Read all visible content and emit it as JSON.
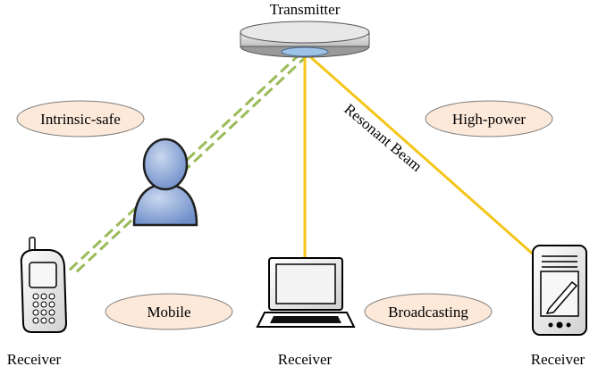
{
  "transmitter": {
    "label": "Transmitter"
  },
  "beam": {
    "label": "Resonant Beam"
  },
  "features": {
    "intrinsic_safe": "Intrinsic-safe",
    "high_power": "High-power",
    "mobile": "Mobile",
    "broadcasting": "Broadcasting"
  },
  "receivers": {
    "phone": "Receiver",
    "laptop": "Receiver",
    "tablet": "Receiver"
  },
  "colors": {
    "beam_yellow": "#F5C518",
    "safe_green": "#9BBB59",
    "pill_fill": "#FDE9D9",
    "pill_stroke": "#7F7F7F",
    "person_fill": "#8EA9DB",
    "transmitter_gray": "#D9D9D9",
    "lens_blue": "#9DC3E6"
  }
}
